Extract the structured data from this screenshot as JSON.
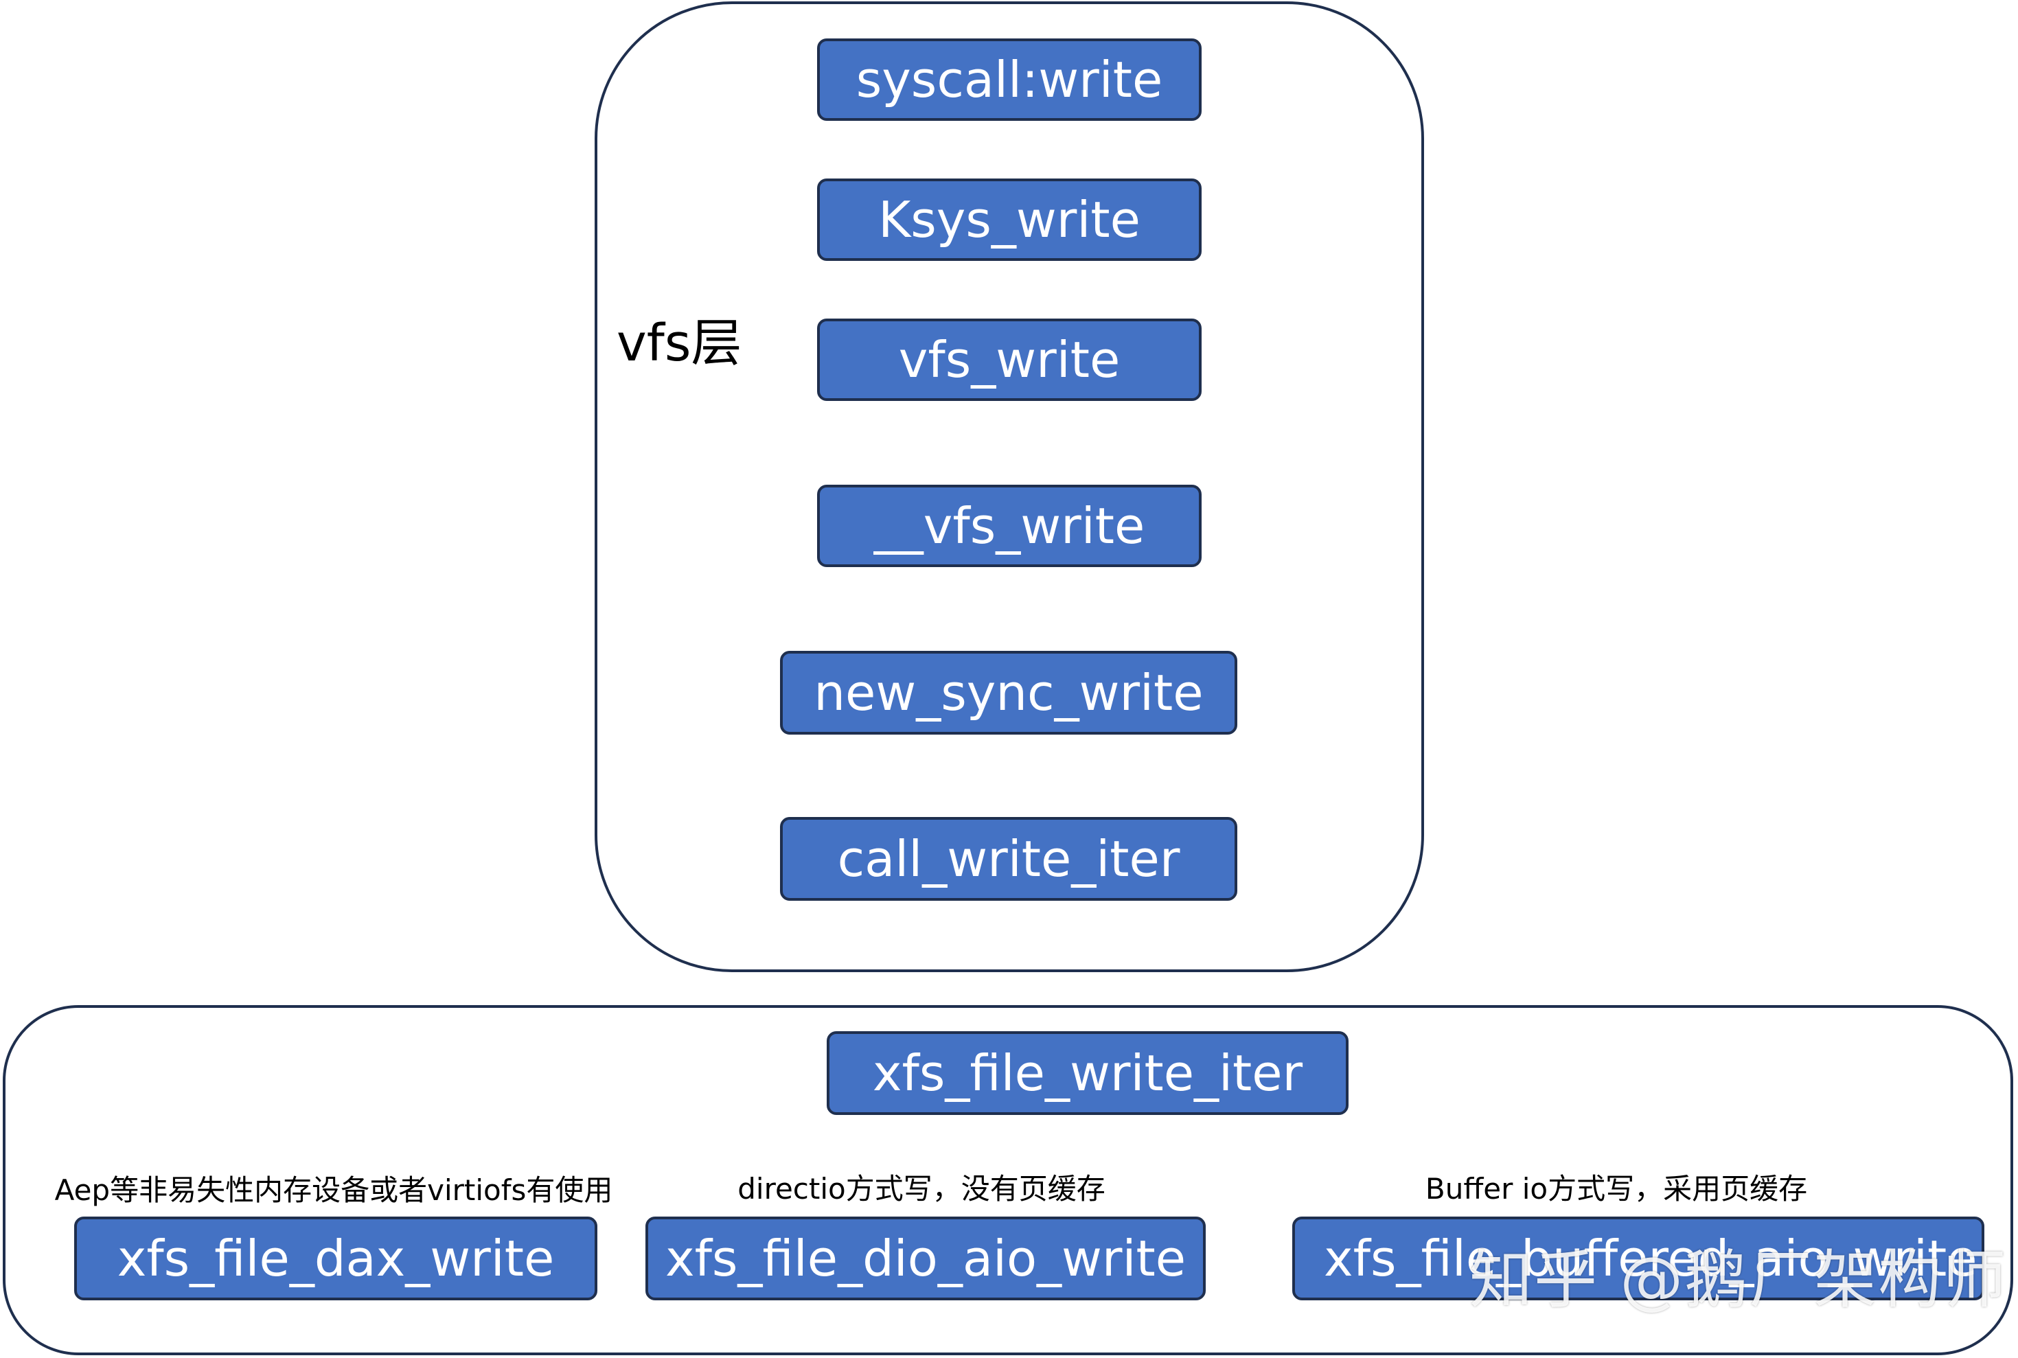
{
  "vfs_layer": {
    "label": "vfs层",
    "nodes": [
      "syscall:write",
      "Ksys_write",
      "vfs_write",
      "__vfs_write",
      "new_sync_write",
      "call_write_iter"
    ]
  },
  "xfs_layer": {
    "entry_node": "xfs_file_write_iter",
    "branches": [
      {
        "note": "Aep等非易失性内存设备或者virtiofs有使用",
        "node": "xfs_file_dax_write"
      },
      {
        "note": "directio方式写，没有页缓存",
        "node": "xfs_file_dio_aio_write"
      },
      {
        "note": "Buffer io方式写，采用页缓存",
        "node": "xfs_file_buffered_aio_write"
      }
    ]
  },
  "watermark": "知乎 @鹅厂架构师",
  "colors": {
    "node_fill": "#4472c4",
    "node_border": "#1f2f4e",
    "container_border": "#1f2f4e",
    "node_text": "#ffffff"
  }
}
